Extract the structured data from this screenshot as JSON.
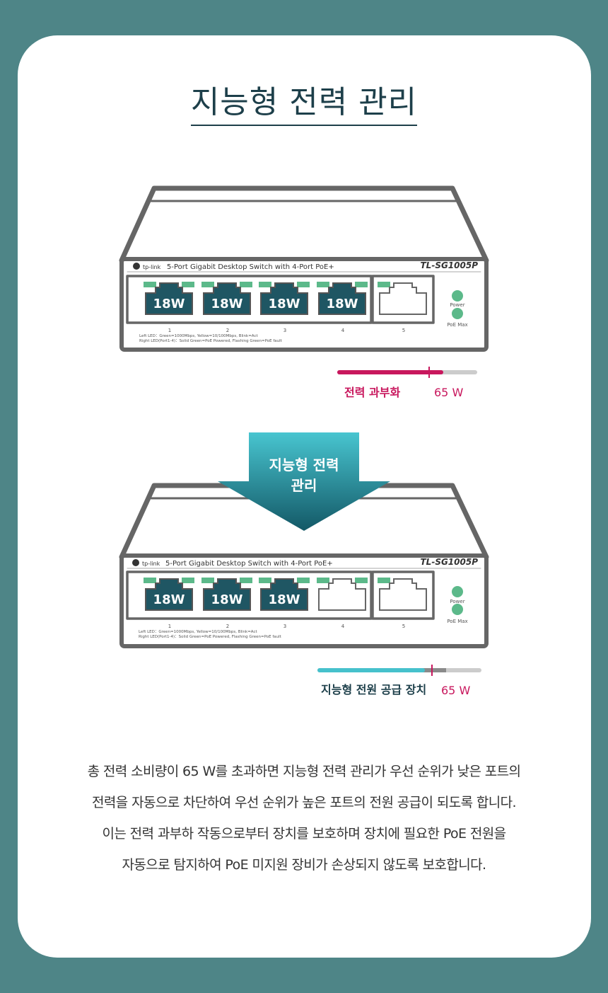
{
  "title": "지능형 전력 관리",
  "device": {
    "brand": "tp-link",
    "product_name": "5-Port Gigabit Desktop Switch with 4-Port PoE+",
    "model": "TL-SG1005P",
    "port_numbers": [
      "1",
      "2",
      "3",
      "4",
      "5"
    ],
    "led_legend_left": "Left LED：Green=1000Mbps, Yellow=10/100Mbps, Blink=Act",
    "led_legend_right": "Right LED(Port1-4)：Solid Green=PoE Powered, Flashing Green=PoE fault",
    "power_led_label": "Power",
    "poe_max_led_label": "PoE Max"
  },
  "before": {
    "port_power": [
      "18W",
      "18W",
      "18W",
      "18W"
    ],
    "bar_label": "전력 과부화",
    "bar_value": "65 W",
    "bar_fill_fraction": 0.75
  },
  "arrow_label_line1": "지능형 전력",
  "arrow_label_line2": "관리",
  "after": {
    "port_power": [
      "18W",
      "18W",
      "18W"
    ],
    "bar_label": "지능형 전원 공급 장치",
    "bar_value": "65 W",
    "bar_fill_fraction": 0.65
  },
  "colors": {
    "background": "#4e8587",
    "overload": "#c8175d",
    "smart_supply": "#46c1cc",
    "port_active": "#1f5663",
    "led_green": "#5cb98a"
  },
  "description": [
    "총 전력 소비량이 65 W를 초과하면 지능형 전력 관리가 우선 순위가 낮은 포트의",
    "전력을 자동으로 차단하여 우선 순위가 높은 포트의 전원 공급이 되도록 합니다.",
    "이는 전력 과부하 작동으로부터 장치를 보호하며 장치에 필요한 PoE 전원을",
    "자동으로 탐지하여 PoE 미지원 장비가 손상되지 않도록 보호합니다."
  ]
}
